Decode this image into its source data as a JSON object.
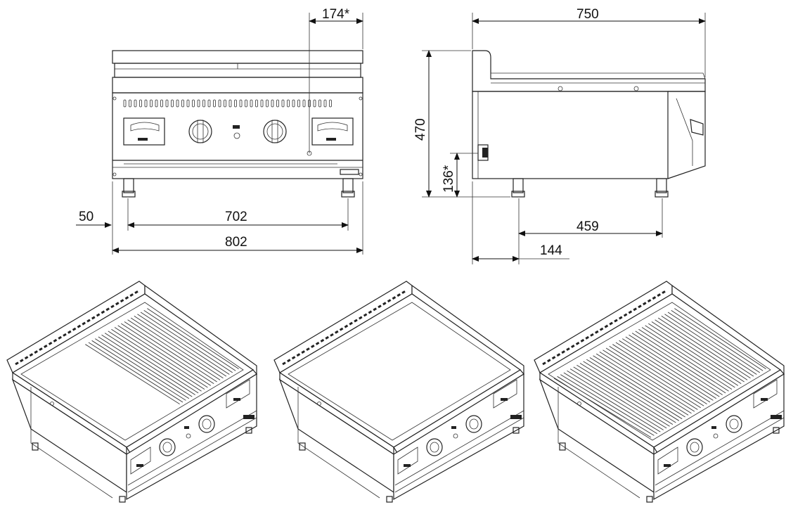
{
  "dimensions": {
    "top_offset": "174*",
    "overall_depth": "750",
    "height": "470",
    "control_height": "136*",
    "left_margin": "50",
    "foot_span": "702",
    "overall_width": "802",
    "foot_depth": "459",
    "rear_offset": "144"
  },
  "models": [
    {
      "name": "griddle-mixed",
      "top": "half-smooth-half-ribbed"
    },
    {
      "name": "griddle-smooth",
      "top": "smooth"
    },
    {
      "name": "griddle-ribbed",
      "top": "ribbed"
    }
  ],
  "colors": {
    "line": "#222222",
    "background": "#ffffff"
  }
}
